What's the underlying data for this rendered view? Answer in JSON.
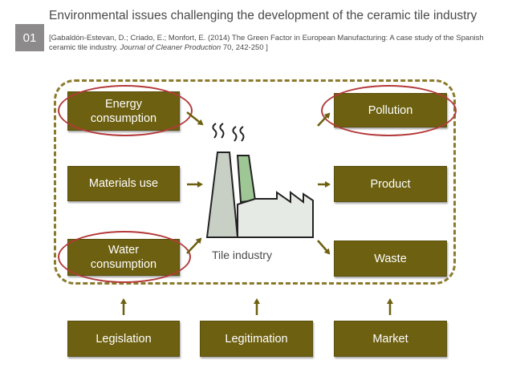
{
  "header": {
    "slide_number": "01",
    "title": "Environmental issues challenging the development of the ceramic tile industry",
    "citation_prefix": "[Gabaldón-Estevan, D.; Criado, E.;  Monfort, E. (2014) The Green Factor in European Manufacturing: A case study of the Spanish ceramic tile industry. ",
    "citation_journal": "Journal of Cleaner Production",
    "citation_suffix": " 70, 242-250 ]"
  },
  "inputs": {
    "energy": "Energy consumption",
    "materials": "Materials use",
    "water": "Water consumption"
  },
  "outputs": {
    "pollution": "Pollution",
    "product": "Product",
    "waste": "Waste"
  },
  "center": {
    "label": "Tile industry",
    "icon": "factory-icon"
  },
  "drivers": {
    "legislation": "Legislation",
    "legitimation": "Legitimation",
    "market": "Market"
  },
  "colors": {
    "box_fill": "#6d6010",
    "frame": "#8b7a2c",
    "highlight_ellipse": "#b43a3a",
    "badge": "#8c8a8a"
  }
}
